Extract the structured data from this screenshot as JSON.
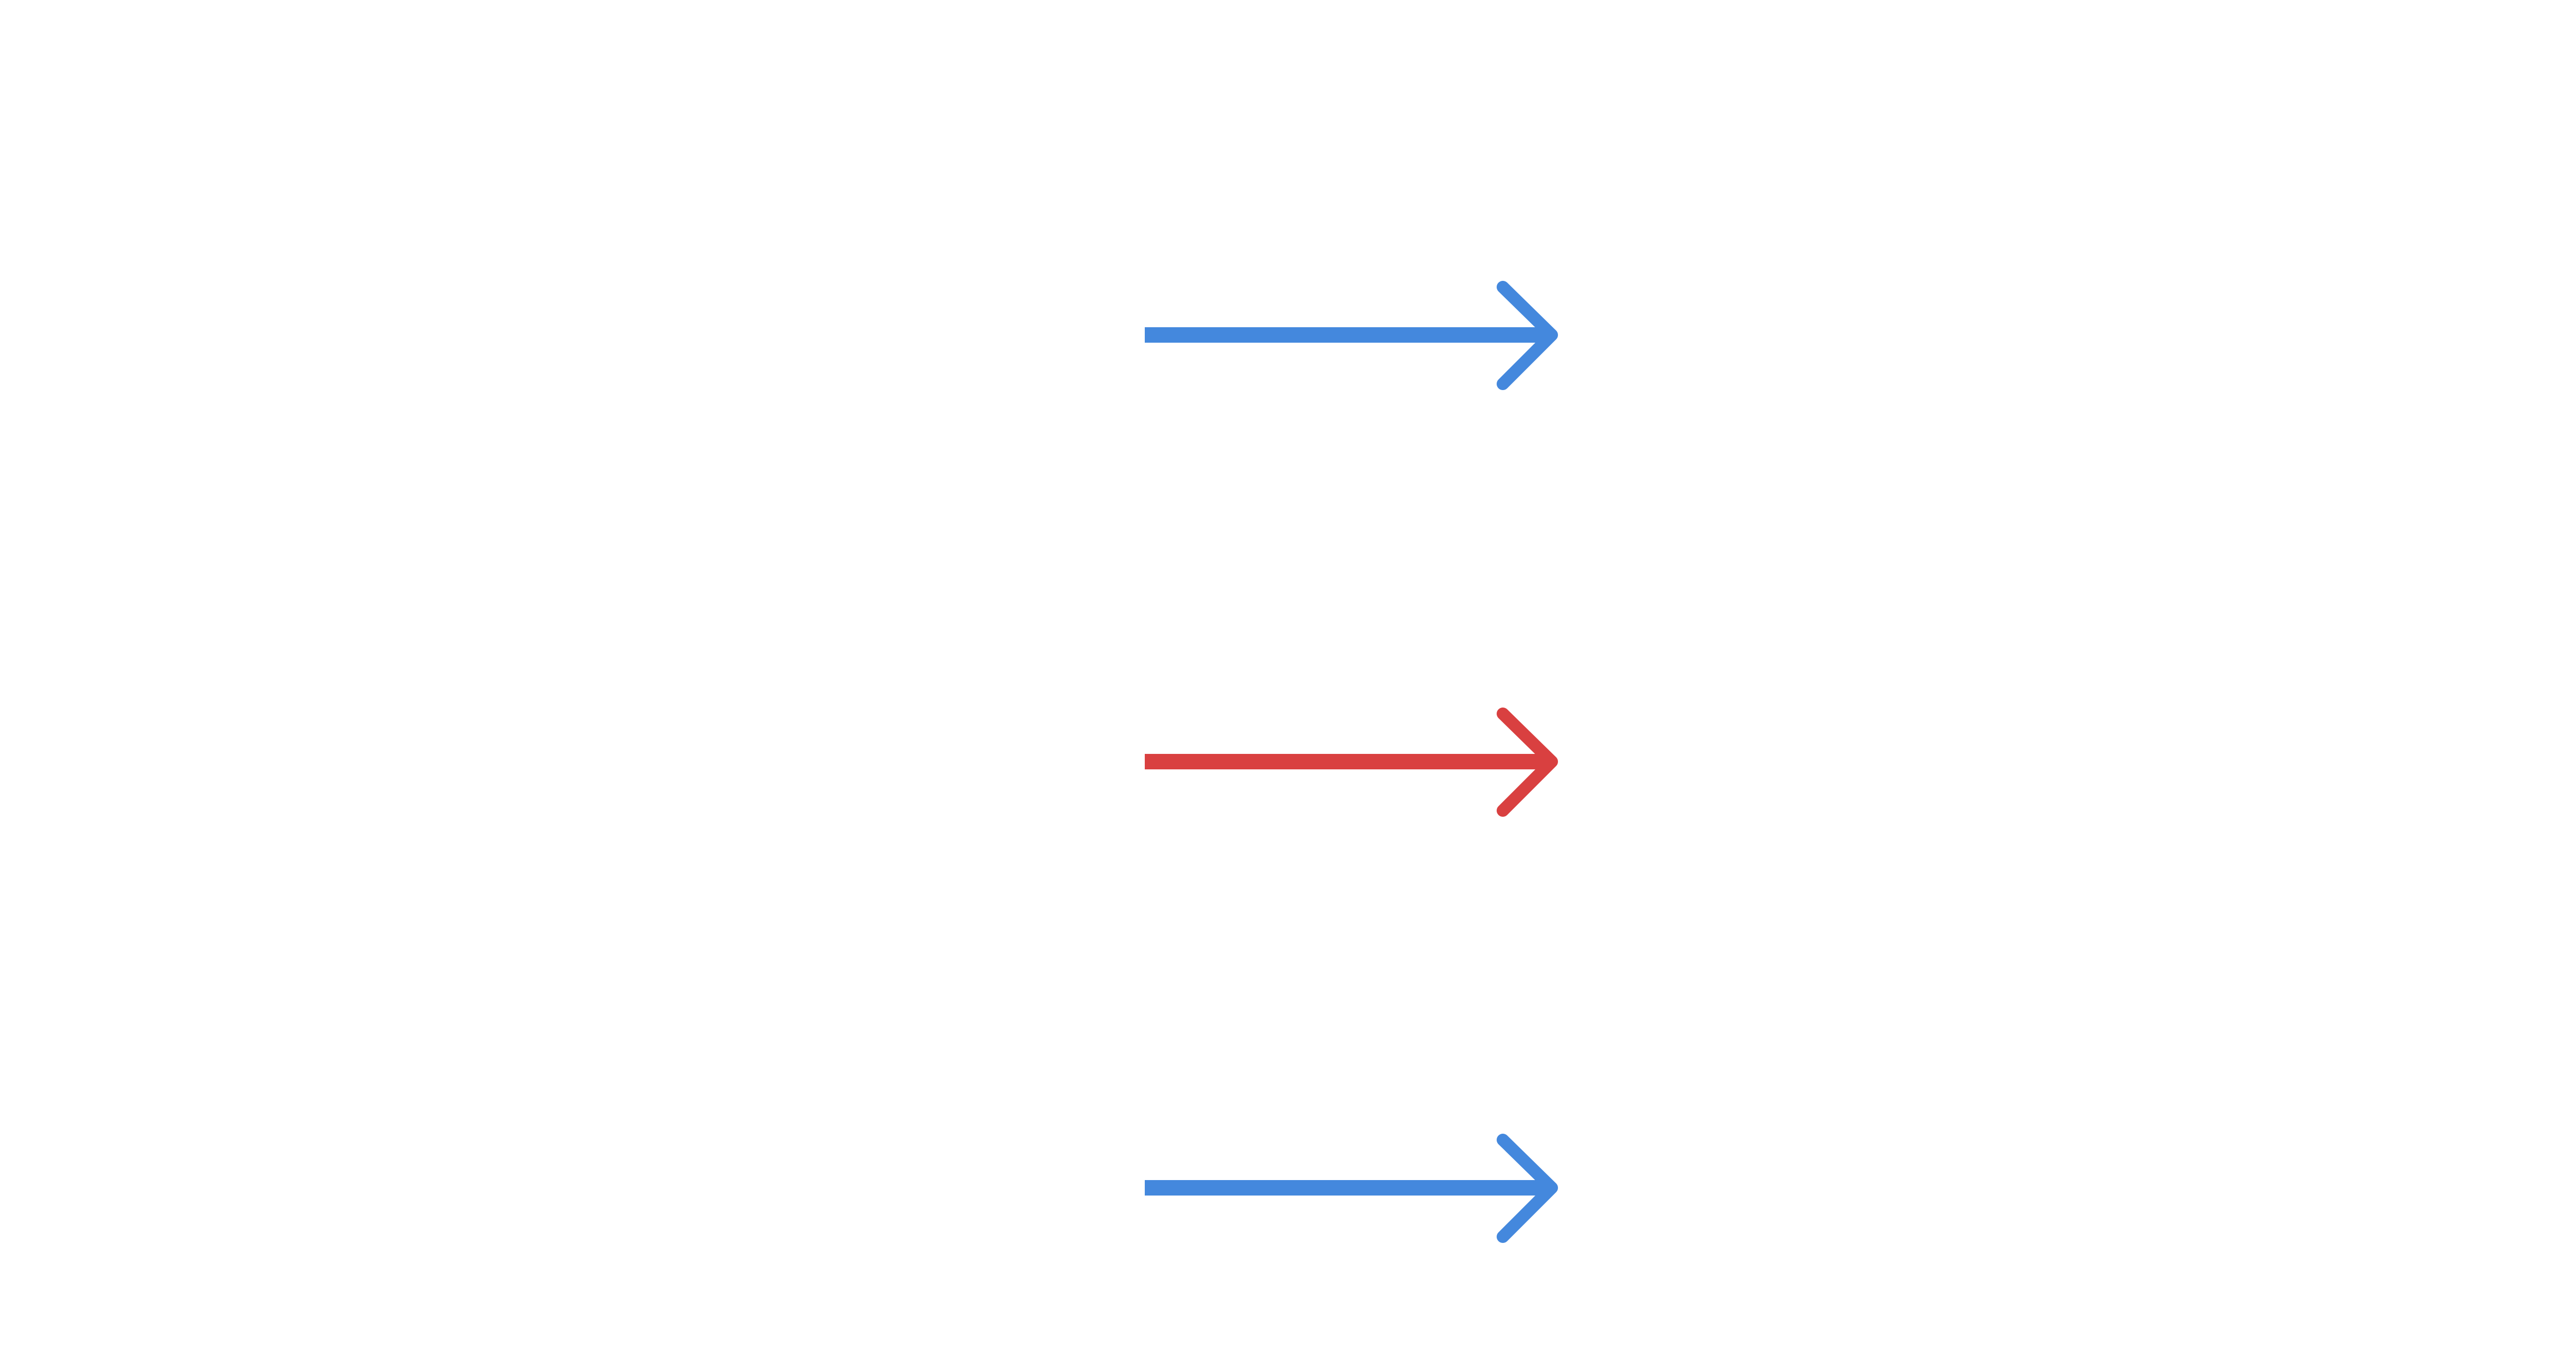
{
  "diagram": {
    "arrows": [
      {
        "name": "arrow-top",
        "direction": "right",
        "color": "#4488dd"
      },
      {
        "name": "arrow-middle",
        "direction": "right",
        "color": "#d94040"
      },
      {
        "name": "arrow-bottom",
        "direction": "right",
        "color": "#4488dd"
      }
    ]
  }
}
